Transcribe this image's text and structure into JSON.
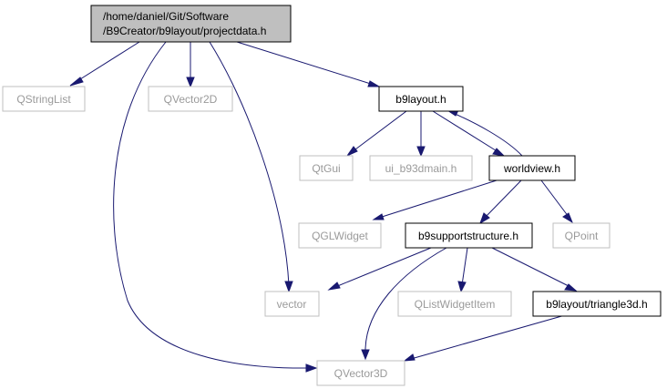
{
  "nodes": {
    "root": {
      "line1": "/home/daniel/Git/Software",
      "line2": "/B9Creator/b9layout/projectdata.h"
    },
    "qstringlist": "QStringList",
    "qvector2d": "QVector2D",
    "b9layout": "b9layout.h",
    "qtgui": "QtGui",
    "ui_b93dmain": "ui_b93dmain.h",
    "worldview": "worldview.h",
    "qglwidget": "QGLWidget",
    "b9supportstructure": "b9supportstructure.h",
    "qpoint": "QPoint",
    "vector": "vector",
    "qlistwidgetitem": "QListWidgetItem",
    "triangle3d": "b9layout/triangle3d.h",
    "qvector3d": "QVector3D"
  },
  "colors": {
    "edge": "#191970",
    "root_fill": "#bfbfbf",
    "missing_border": "#bfbfbf",
    "missing_text": "#9a9a9a"
  }
}
